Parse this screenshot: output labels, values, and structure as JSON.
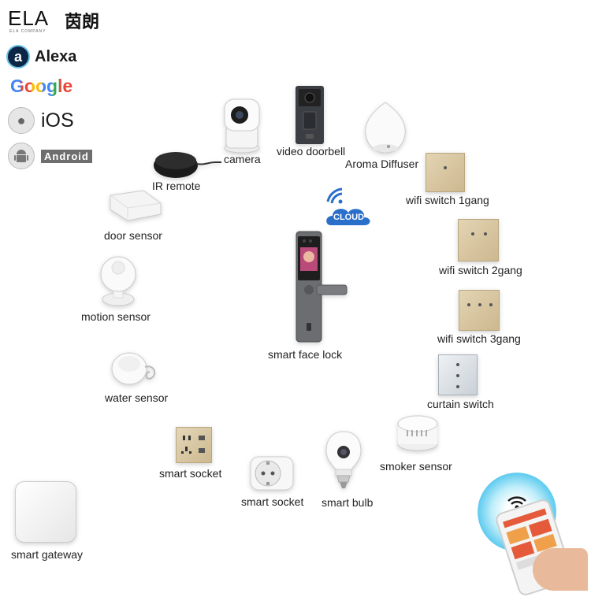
{
  "logo": {
    "text": "ELA",
    "cn": "茵朗",
    "sub": "ELA COMPANY"
  },
  "platforms": {
    "alexa": "Alexa",
    "google": "Google",
    "ios": "iOS",
    "android": "Android"
  },
  "cloud": {
    "label": "CLOUD"
  },
  "devices": {
    "camera": "camera",
    "video_doorbell": "video doorbell",
    "aroma_diffuser": "Aroma Diffuser",
    "ir_remote": "IR remote",
    "wifi_switch_1": "wifi switch 1gang",
    "door_sensor": "door sensor",
    "wifi_switch_2": "wifi switch 2gang",
    "motion_sensor": "motion sensor",
    "wifi_switch_3": "wifi switch 3gang",
    "smart_face_lock": "smart face lock",
    "water_sensor": "water sensor",
    "curtain_switch": "curtain switch",
    "smart_socket_1": "smart socket",
    "smart_socket_2": "smart socket",
    "smart_bulb": "smart bulb",
    "smoker_sensor": "smoker sensor",
    "smart_gateway": "smart gateway"
  },
  "colors": {
    "cloud": "#2a6fc9",
    "gold_panel": "#d8c7a4",
    "alexa_bg": "#0b2745",
    "android_bg": "#6e6e6e"
  }
}
